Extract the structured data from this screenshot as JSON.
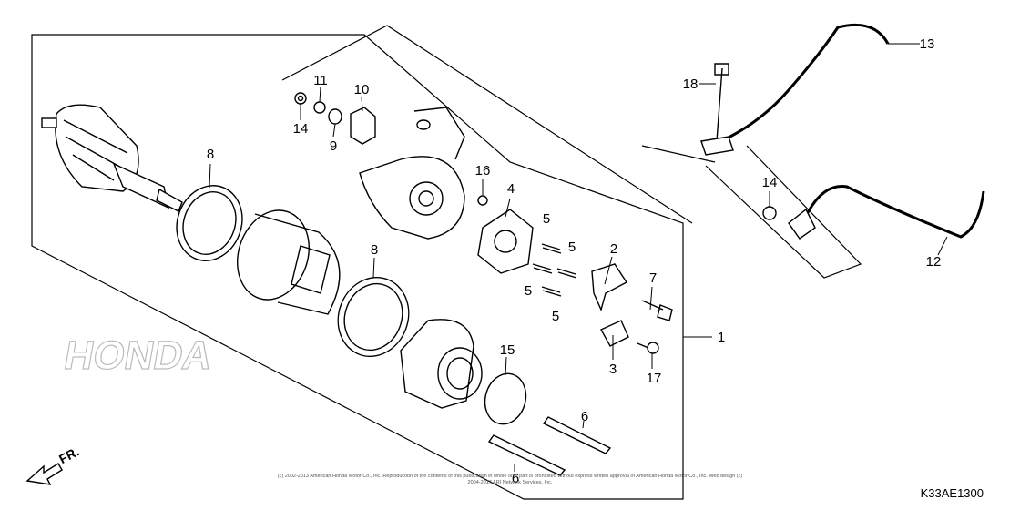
{
  "callouts": [
    {
      "id": "c1",
      "text": "1"
    },
    {
      "id": "c2",
      "text": "2"
    },
    {
      "id": "c3",
      "text": "3"
    },
    {
      "id": "c4",
      "text": "4"
    },
    {
      "id": "c5a",
      "text": "5"
    },
    {
      "id": "c5b",
      "text": "5"
    },
    {
      "id": "c5c",
      "text": "5"
    },
    {
      "id": "c5d",
      "text": "5"
    },
    {
      "id": "c6a",
      "text": "6"
    },
    {
      "id": "c6b",
      "text": "6"
    },
    {
      "id": "c7",
      "text": "7"
    },
    {
      "id": "c8a",
      "text": "8"
    },
    {
      "id": "c8b",
      "text": "8"
    },
    {
      "id": "c9",
      "text": "9"
    },
    {
      "id": "c10",
      "text": "10"
    },
    {
      "id": "c11",
      "text": "11"
    },
    {
      "id": "c12",
      "text": "12"
    },
    {
      "id": "c13",
      "text": "13"
    },
    {
      "id": "c14a",
      "text": "14"
    },
    {
      "id": "c14b",
      "text": "14"
    },
    {
      "id": "c15",
      "text": "15"
    },
    {
      "id": "c16",
      "text": "16"
    },
    {
      "id": "c17",
      "text": "17"
    },
    {
      "id": "c18",
      "text": "18"
    }
  ],
  "watermark_brand": "HONDA",
  "direction_label": "FR.",
  "diagram_code": "K33AE1300",
  "copyright": "(c) 2002-2013 American Honda Motor Co., Inc. Reproduction of the contents of this publication in whole or in part is prohibited without express written approval of American Honda Motor Co., Inc. Web design (c) 2004-2017 ARI Network Services, Inc."
}
